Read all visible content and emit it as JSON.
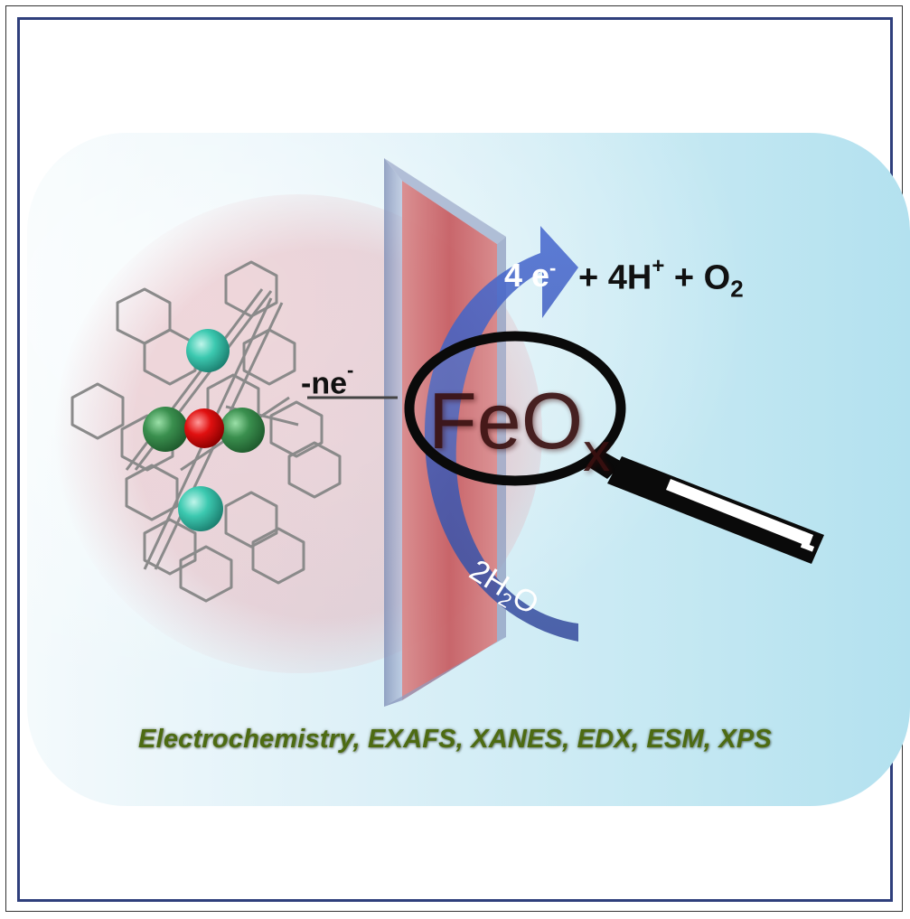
{
  "caption": "Electrochemistry, EXAFS, XANES, EDX, ESM, XPS",
  "oxidation_label": {
    "text": "-ne",
    "sup": "-"
  },
  "product_equation": {
    "electrons": "4 e",
    "electrons_sup": "-",
    "rest_a": " + 4H",
    "rest_a_sup": "+",
    "rest_b": " + O",
    "rest_b_sub": "2"
  },
  "water_label": {
    "text": "2H",
    "sub": "2",
    "tail": "O"
  },
  "magnified_label": {
    "text": "FeO",
    "sub": "x"
  },
  "colors": {
    "frame_border": "#2f3f7c",
    "sphere_teal": "#3cc9b0",
    "sphere_green": "#3a8f4e",
    "sphere_red": "#e01010",
    "electrode_red": "#c96a6e",
    "arrow_blue": "#3f58b6",
    "caption_green": "#4d6b12"
  }
}
